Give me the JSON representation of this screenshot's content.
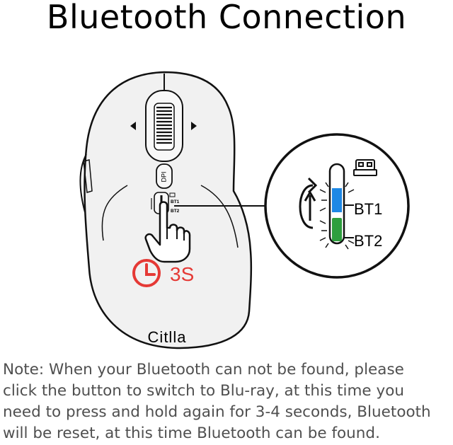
{
  "title": "Bluetooth Connection",
  "diagram": {
    "dpi_label": "DPI",
    "switch_labels": [
      "BT1",
      "BT2"
    ],
    "hold_time": "3S",
    "brand": "Citlla",
    "mode_labels": [
      "BT1",
      "BT2"
    ],
    "colors": {
      "bt1": "#1e88e5",
      "bt2": "#2e9e3e",
      "timer": "#e53935"
    },
    "icons": [
      "usb-dongle-icon",
      "cycle-arrows-icon",
      "pressing-hand-icon",
      "clock-icon",
      "scroll-wheel-icon"
    ]
  },
  "note": {
    "lines": [
      "Note: When your Bluetooth can not be found, please",
      "click the button to switch to Blu-ray, at this time you",
      "need to press and hold again for 3-4 seconds, Bluetooth",
      "will be reset, at this time Bluetooth can be found."
    ]
  }
}
